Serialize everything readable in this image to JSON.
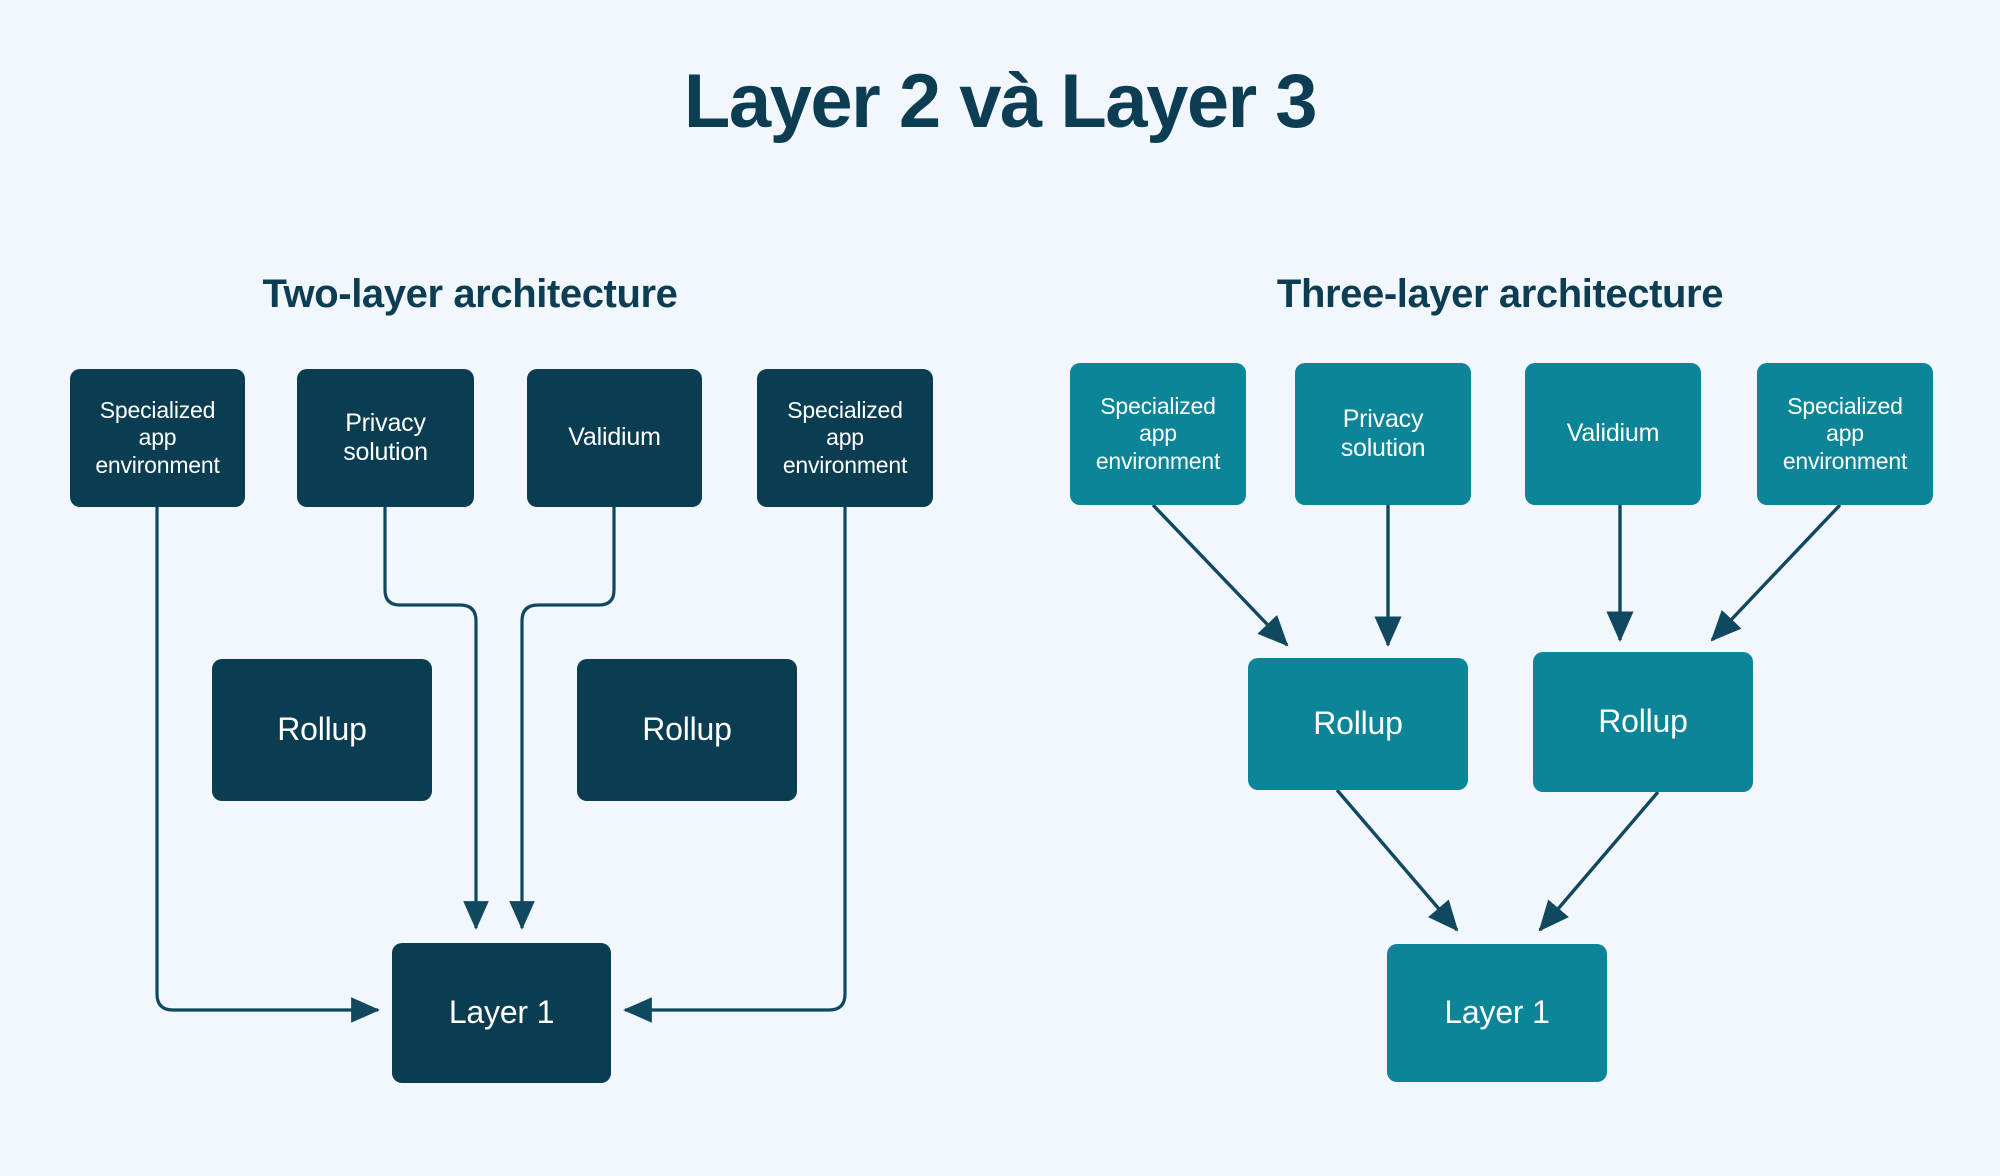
{
  "title": "Layer 2 và Layer 3",
  "colors": {
    "background": "#f2f7fd",
    "dark_navy": "#0b3d52",
    "teal": "#0c8599",
    "text_dark": "#0c3d52",
    "line": "#10495f",
    "node_text": "#ffffff"
  },
  "panels": {
    "left": {
      "heading": "Two-layer architecture",
      "style": "dark",
      "nodes": {
        "spec_a": "Specialized\napp\nenvironment",
        "privacy": "Privacy\nsolution",
        "validium": "Validium",
        "spec_b": "Specialized\napp\nenvironment",
        "rollup_a": "Rollup",
        "rollup_b": "Rollup",
        "layer1": "Layer 1"
      },
      "edges": [
        {
          "from": "spec_a",
          "to": "layer1",
          "route": "orthogonal-left"
        },
        {
          "from": "privacy",
          "to": "layer1",
          "route": "orthogonal-down"
        },
        {
          "from": "validium",
          "to": "layer1",
          "route": "orthogonal-down"
        },
        {
          "from": "spec_b",
          "to": "layer1",
          "route": "orthogonal-right"
        }
      ]
    },
    "right": {
      "heading": "Three-layer architecture",
      "style": "teal",
      "nodes": {
        "spec_a": "Specialized\napp\nenvironment",
        "privacy": "Privacy\nsolution",
        "validium": "Validium",
        "spec_b": "Specialized\napp\nenvironment",
        "rollup_a": "Rollup",
        "rollup_b": "Rollup",
        "layer1": "Layer 1"
      },
      "edges": [
        {
          "from": "spec_a",
          "to": "rollup_a",
          "route": "diagonal"
        },
        {
          "from": "privacy",
          "to": "rollup_a",
          "route": "straight"
        },
        {
          "from": "validium",
          "to": "rollup_b",
          "route": "straight"
        },
        {
          "from": "spec_b",
          "to": "rollup_b",
          "route": "diagonal"
        },
        {
          "from": "rollup_a",
          "to": "layer1",
          "route": "diagonal"
        },
        {
          "from": "rollup_b",
          "to": "layer1",
          "route": "diagonal"
        }
      ]
    }
  }
}
